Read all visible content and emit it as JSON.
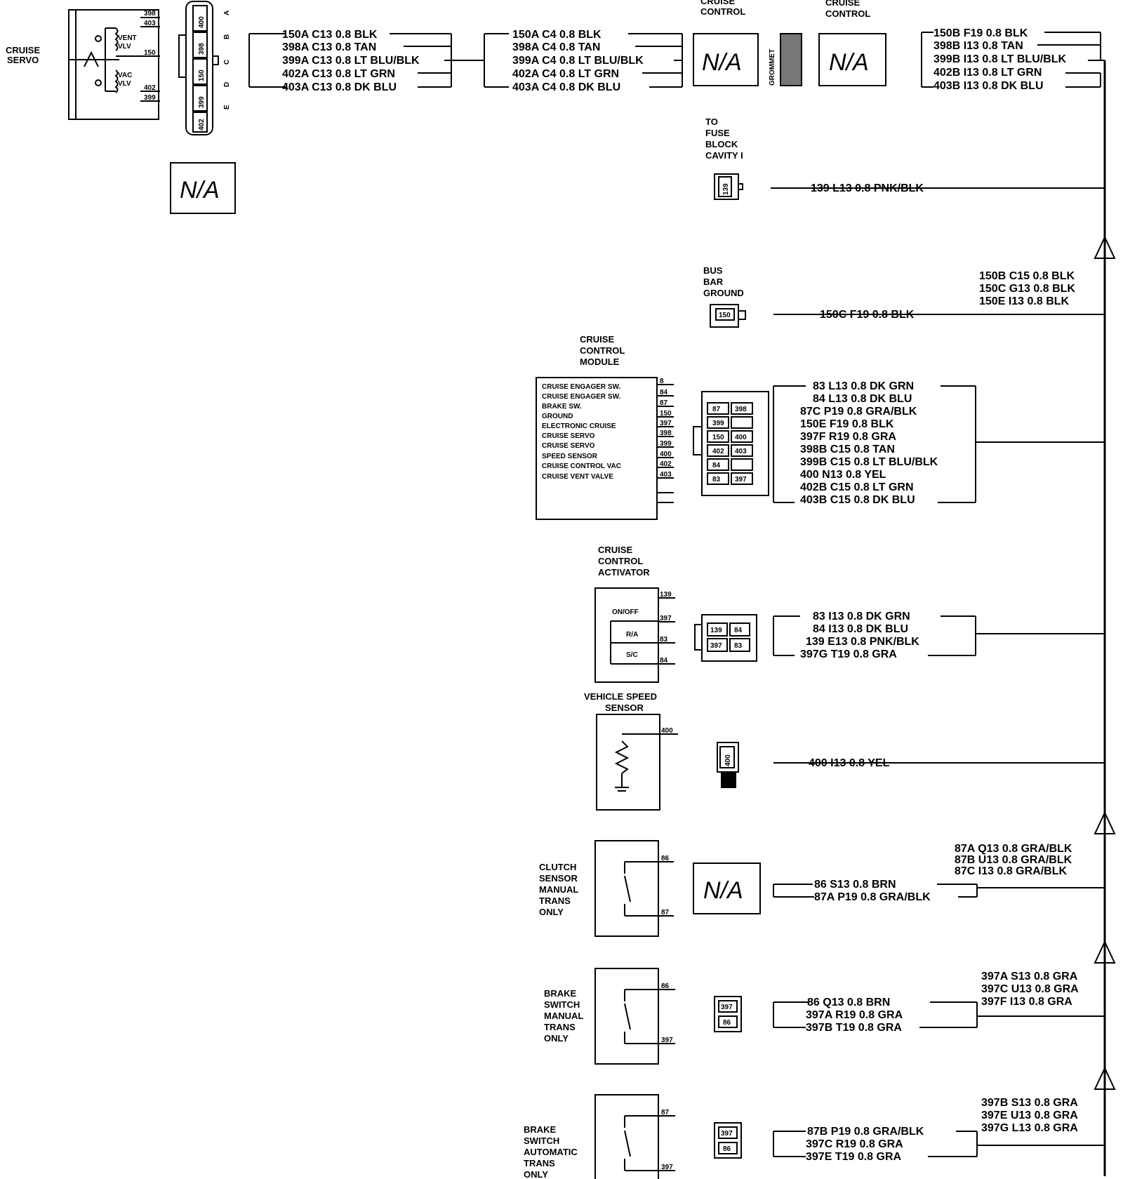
{
  "servo": {
    "label": [
      "CRUISE",
      "SERVO"
    ],
    "coils": [
      "VENT",
      "VLV",
      "VAC",
      "VLV"
    ],
    "pins": [
      "398",
      "403",
      "150",
      "402",
      "399"
    ],
    "connector_cavities": [
      "400",
      "398",
      "150",
      "399",
      "402"
    ],
    "connector_letters": [
      "A",
      "B",
      "C",
      "D",
      "E"
    ],
    "na_box": "N/A"
  },
  "harness_c13": [
    "150A  C13  0.8 BLK",
    "398A  C13  0.8 TAN",
    "399A  C13  0.8 LT BLU/BLK",
    "402A  C13  0.8 LT GRN",
    "403A  C13  0.8 DK BLU"
  ],
  "harness_c4": [
    "150A  C4   0.8 BLK",
    "398A  C4   0.8 TAN",
    "399A  C4   0.8 LT BLU/BLK",
    "402A  C4   0.8 LT GRN",
    "403A  C4   0.8 DK BLU"
  ],
  "cruise_control_left": {
    "label": [
      "CRUISE",
      "CONTROL"
    ],
    "box": "N/A"
  },
  "grommet": "GROMMET",
  "cruise_control_right": {
    "label": [
      "CRUISE",
      "CONTROL"
    ],
    "box": "N/A"
  },
  "harness_i13": [
    "150B  F19  0.8 BLK",
    "398B  I13   0.8 TAN",
    "399B  I13   0.8 LT BLU/BLK",
    "402B  I13   0.8 LT GRN",
    "403B  I13   0.8 DK BLU"
  ],
  "fuse": {
    "label": [
      "TO",
      "FUSE",
      "BLOCK",
      "CAVITY  I"
    ],
    "cavity": "139",
    "wire": "139  L13  0.8 PNK/BLK"
  },
  "splice_150": [
    "150B   C15   0.8 BLK",
    "150C   G13   0.8 BLK",
    "150E    I13   0.8 BLK"
  ],
  "bus_bar": {
    "label": [
      "BUS",
      "BAR",
      "GROUND"
    ],
    "cavity": "150",
    "wire": "150C  F19  0.8 BLK"
  },
  "module": {
    "label": [
      "CRUISE",
      "CONTROL",
      "MODULE"
    ],
    "functions": [
      "CRUISE ENGAGER SW.",
      "CRUISE ENGAGER SW.",
      "BRAKE SW.",
      "GROUND",
      "ELECTRONIC CRUISE",
      "CRUISE SERVO",
      "CRUISE SERVO",
      "SPEED SENSOR",
      "CRUISE CONTROL VAC",
      "CRUISE VENT VALVE"
    ],
    "pins": [
      "8",
      "84",
      "87",
      "150",
      "397",
      "398",
      "399",
      "400",
      "402",
      "403"
    ],
    "connector_cavities": [
      "87",
      "398",
      "399",
      "150",
      "400",
      "402",
      "403",
      "84",
      "83",
      "397"
    ],
    "wires": [
      "83     L13   0.8 DK GRN",
      "84     L13   0.8 DK BLU",
      "87C  P19   0.8 GRA/BLK",
      "150E  F19   0.8 BLK",
      "397F  R19   0.8 GRA",
      "398B  C15   0.8 TAN",
      "399B  C15   0.8 LT BLU/BLK",
      "400    N13   0.8 YEL",
      "402B  C15  0.8 LT GRN",
      "403B  C15   0.8 DK BLU"
    ]
  },
  "activator": {
    "label": [
      "CRUISE",
      "CONTROL",
      "ACTIVATOR"
    ],
    "switches": [
      "ON/OFF",
      "R/A",
      "S/C"
    ],
    "pins": [
      "139",
      "397",
      "83",
      "84"
    ],
    "connector_cavities": [
      "139",
      "84",
      "397",
      "83"
    ],
    "wires": [
      "83      I13   0.8 DK GRN",
      "84      I13   0.8 DK BLU",
      "139    E13  0.8 PNK/BLK",
      "397G  T19   0.8 GRA"
    ]
  },
  "speed_sensor": {
    "label": [
      "VEHICLE SPEED",
      "SENSOR"
    ],
    "pin": "400",
    "cavity": "400",
    "wire": "400  I13  0.8 YEL"
  },
  "splice_87": [
    "87A    Q13   0.8 GRA/BLK",
    "87B    U13   0.8 GRA/BLK",
    "87C     I13   0.8 GRA/BLK"
  ],
  "clutch": {
    "label": [
      "CLUTCH",
      "SENSOR",
      "MANUAL",
      "TRANS",
      "ONLY"
    ],
    "pins": [
      "86",
      "87"
    ],
    "box": "N/A",
    "wires": [
      "86    S13    0.8 BRN",
      "87A  P19    0.8 GRA/BLK"
    ]
  },
  "splice_397a": [
    "397A  S13   0.8 GRA",
    "397C  U13   0.8 GRA",
    "397F   I13    0.8 GRA"
  ],
  "brake_manual": {
    "label": [
      "BRAKE",
      "SWITCH",
      "MANUAL",
      "TRANS",
      "ONLY"
    ],
    "pins": [
      "86",
      "397"
    ],
    "connector_cavities": [
      "397",
      "86"
    ],
    "wires": [
      "86    Q13    0.8 BRN",
      "397A  R19    0.8 GRA",
      "397B  T19    0.8 GRA"
    ]
  },
  "splice_397b": [
    "397B  S13   0.8 GRA",
    "397E  U13   0.8 GRA",
    "397G  L13   0.8 GRA"
  ],
  "brake_auto": {
    "label": [
      "BRAKE",
      "SWITCH",
      "AUTOMATIC",
      "TRANS",
      "ONLY"
    ],
    "pins": [
      "87",
      "397"
    ],
    "connector_cavities": [
      "397",
      "86"
    ],
    "wires": [
      "87B   P19    0.8 GRA/BLK",
      "397C  R19    0.8 GRA",
      "397E  T19    0.8 GRA"
    ]
  }
}
